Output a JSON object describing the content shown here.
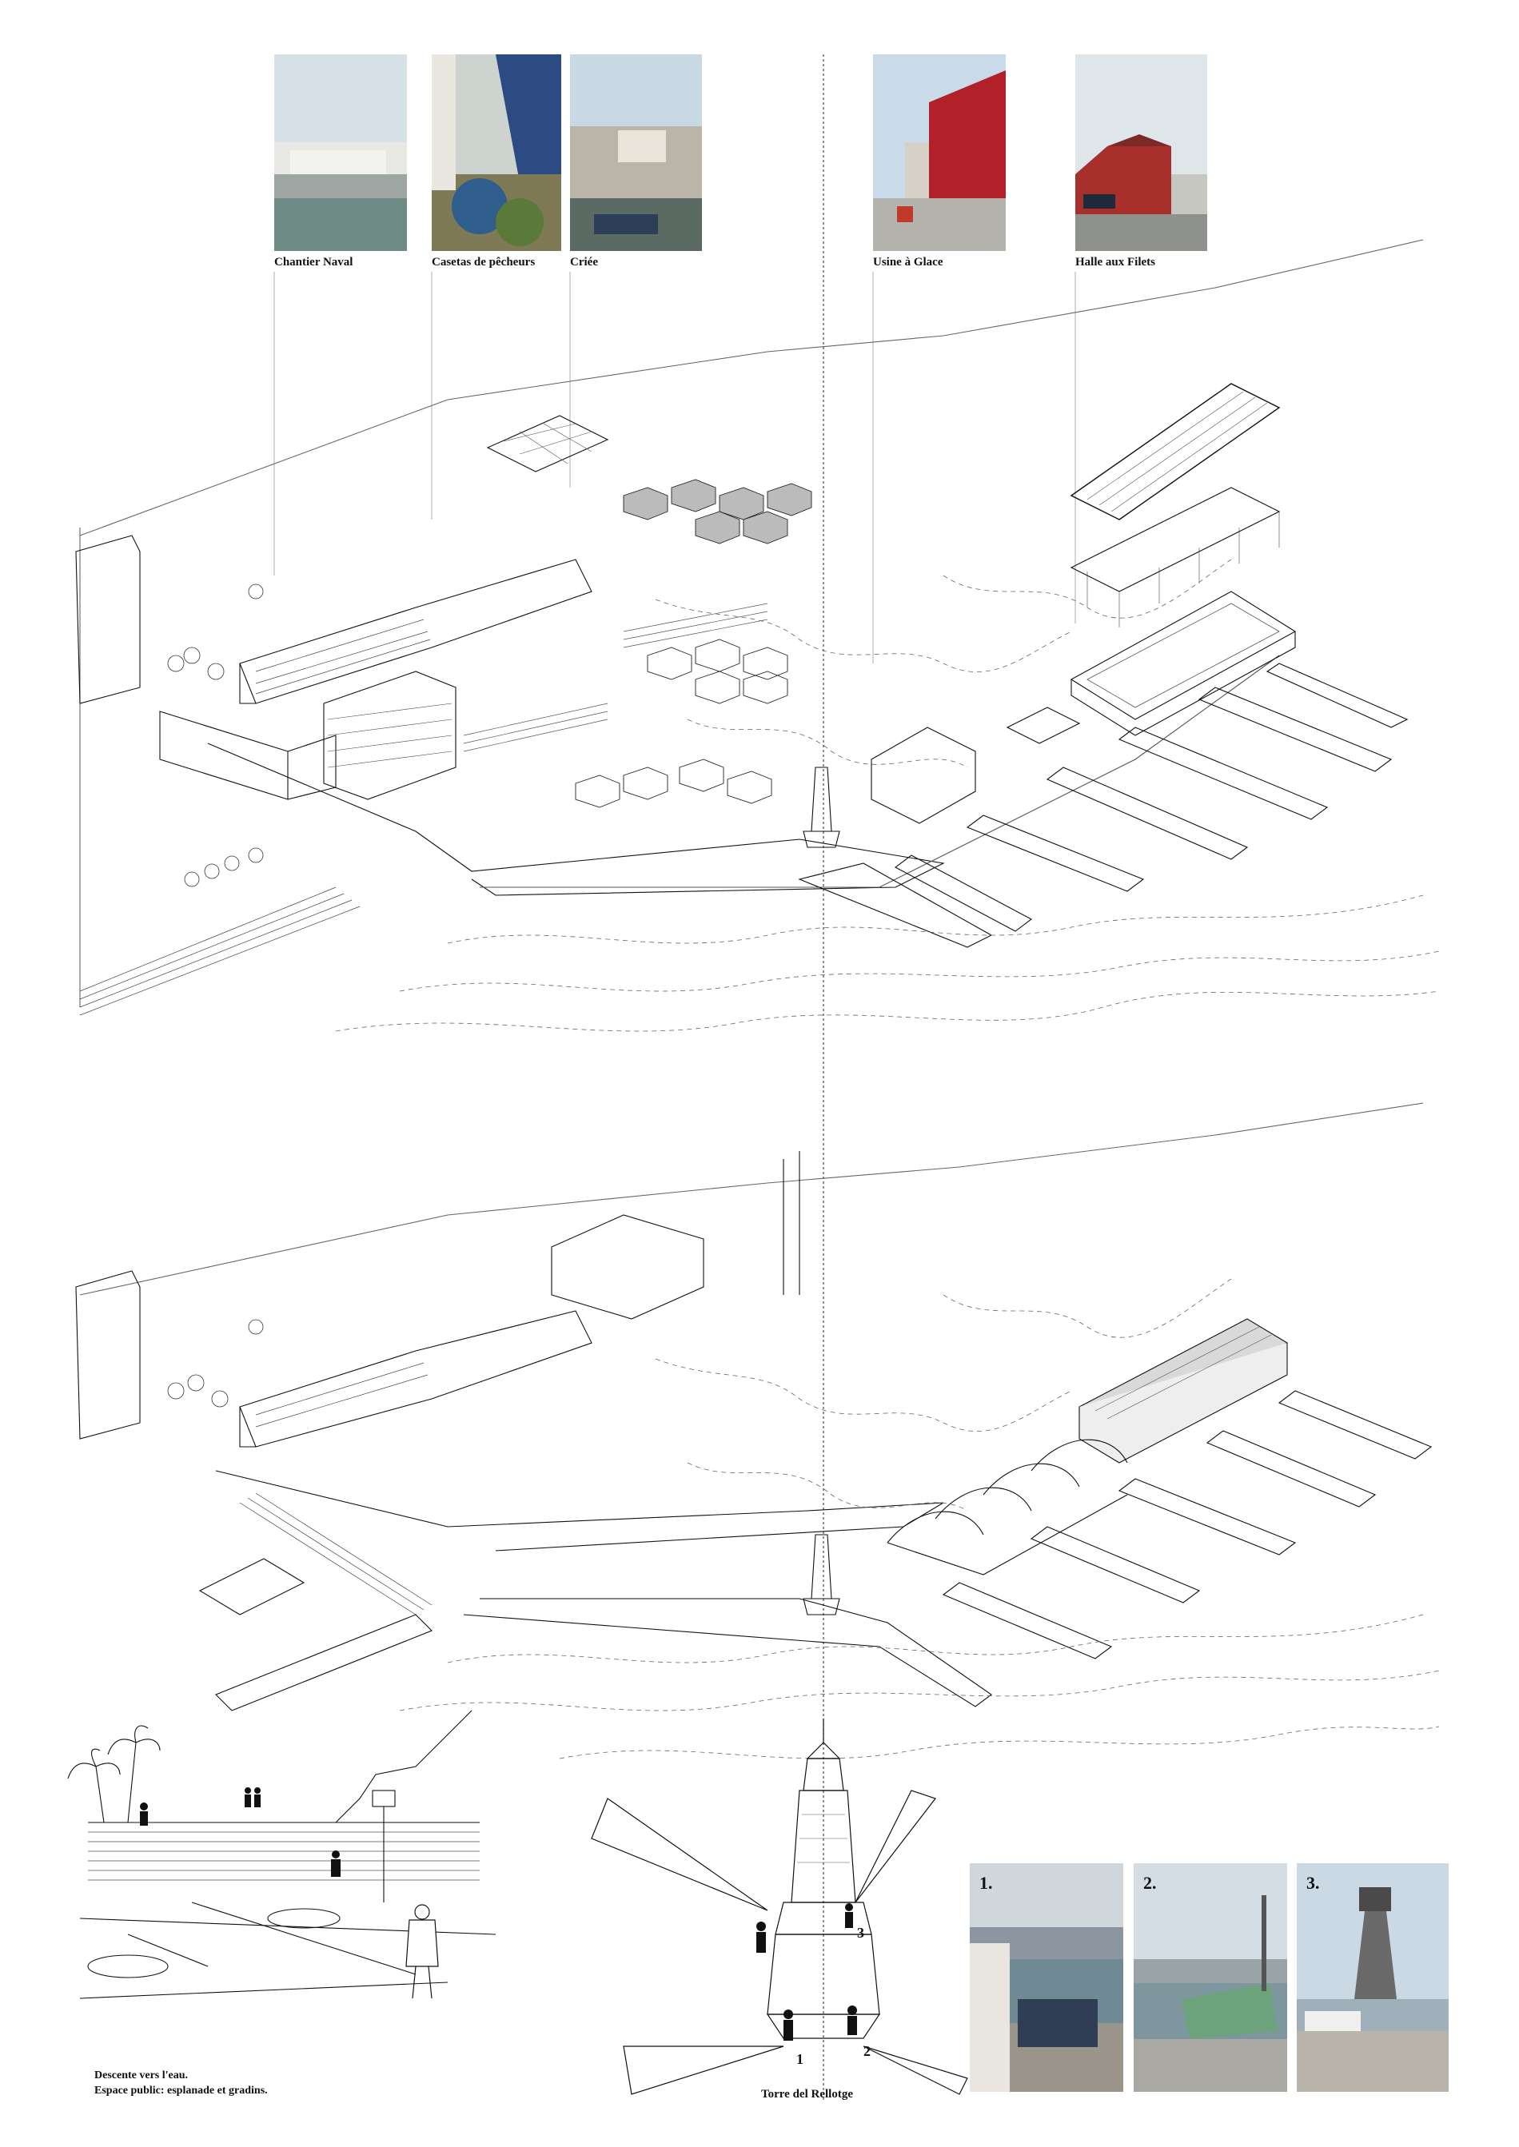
{
  "top_photos": [
    {
      "label": "Chantier Naval"
    },
    {
      "label": "Casetas de pêcheurs"
    },
    {
      "label": "Criée"
    },
    {
      "label": "Usine à Glace"
    },
    {
      "label": "Halle aux Filets"
    }
  ],
  "bottom_left_note": {
    "line1": "Descente vers l'eau.",
    "line2": "Espace public: esplanade et gradins."
  },
  "tower_caption": "Torre del Rellotge",
  "tower_views": [
    "1",
    "2",
    "3"
  ],
  "bottom_photos": [
    {
      "number": "1."
    },
    {
      "number": "2."
    },
    {
      "number": "3."
    }
  ],
  "colors": {
    "line": "#111111",
    "usine_red": "#b2202a",
    "halle_red": "#a8302c",
    "sky": "#c7d6e2",
    "water": "#7f9aa6"
  }
}
